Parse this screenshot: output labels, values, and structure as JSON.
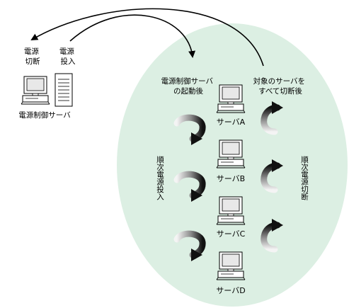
{
  "control_server": {
    "power_off_label": [
      "電源",
      "切断"
    ],
    "power_on_label": [
      "電源",
      "投入"
    ],
    "name": "電源制御サーバ"
  },
  "annotations": {
    "after_boot": [
      "電源制御サーバ",
      "の起動後"
    ],
    "after_shutdown": [
      "対象のサーバを",
      "すべて切断後"
    ],
    "sequential_power_on": "順次電源投入",
    "sequential_power_off": "順次電源切断"
  },
  "servers": [
    "サーバA",
    "サーバB",
    "サーバC",
    "サーバD"
  ],
  "colors": {
    "ellipse_fill": "#dcefe3",
    "arrow_dark": "#111111",
    "arrow_light": "#f2f2f2"
  }
}
